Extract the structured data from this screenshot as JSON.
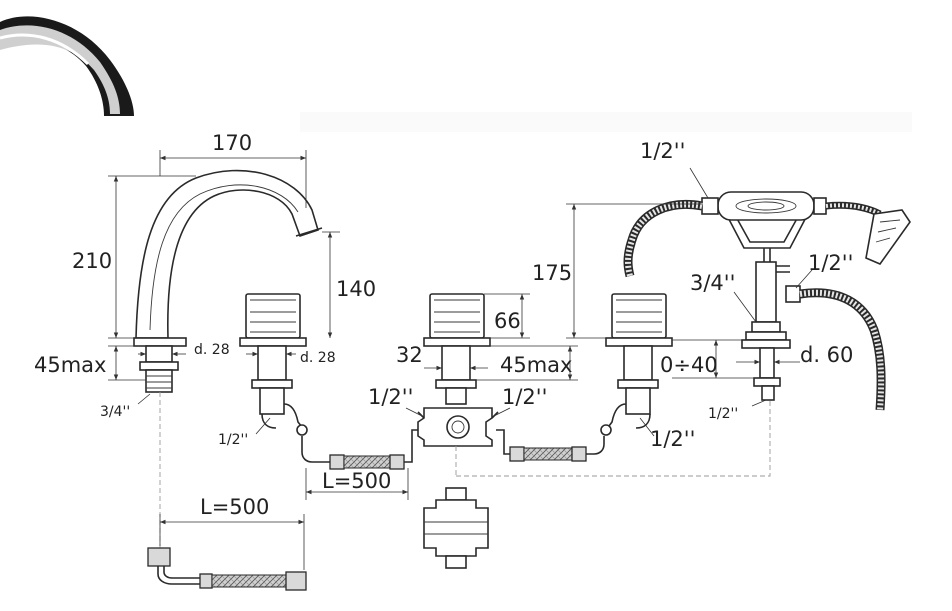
{
  "dimensions": {
    "spout_width": "170",
    "spout_height": "210",
    "spout_outlet_height": "140",
    "spout_deck_max": "45max",
    "spout_diameter": "d. 28",
    "handle_diameter": "d. 28",
    "spout_thread": "3/4''",
    "left_valve_outlet": "1/2''",
    "hose_length_upper": "L=500",
    "hose_length_lower": "L=500",
    "handle_height": "66",
    "handle_shank": "32",
    "handle_deck_max": "45max",
    "diverter_left_port": "1/2''",
    "diverter_right_port": "1/2''",
    "right_valve_outlet": "1/2''",
    "shower_height": "175",
    "shower_hose_top": "1/2''",
    "shower_mount_thread": "3/4''",
    "shower_hose_right": "1/2''",
    "shower_deck_range": "0÷40",
    "shower_base_diameter": "d. 60",
    "shower_bottom_thread": "1/2''"
  },
  "colors": {
    "stroke": "#2a2a2a",
    "chrome_dark": "#111111",
    "hose_fill": "#d9d9d9"
  }
}
